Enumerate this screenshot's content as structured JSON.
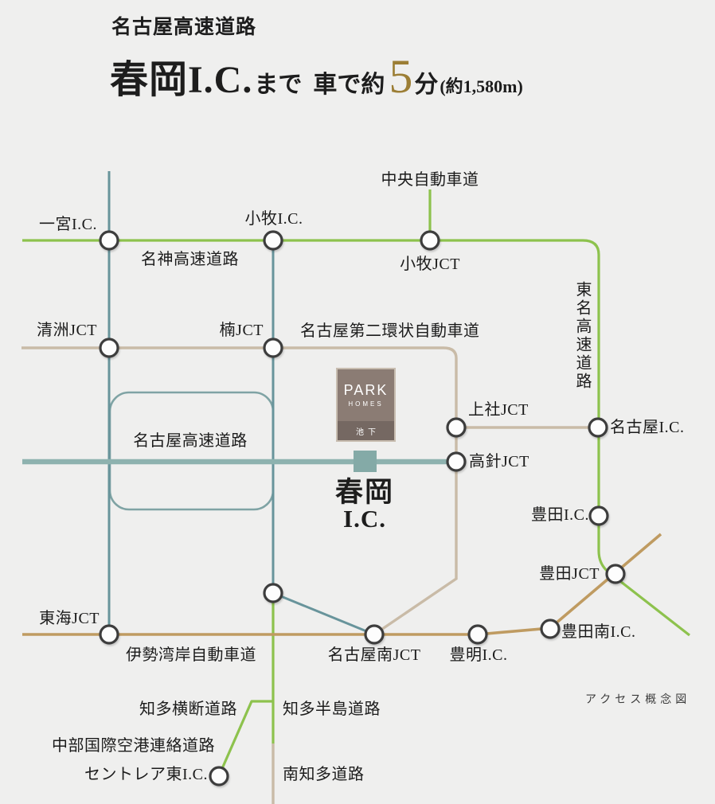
{
  "header": {
    "subtitle": "名古屋高速道路",
    "title_ic": "春岡I.C.",
    "title_made": "まで",
    "title_car": "車で約",
    "title_minutes": "5",
    "title_min_unit": "分",
    "title_distance": "(約1,580m)",
    "accent_color": "#9c7e35"
  },
  "map": {
    "note": "アクセス概念図",
    "haruoka": {
      "line1": "春岡",
      "line2": "I.C."
    },
    "logo": {
      "brand": "PARK",
      "sub": "HOMES",
      "location": "池下"
    },
    "labels": {
      "ichinomiya_ic": "一宮I.C.",
      "meishin_expwy": "名神高速道路",
      "komaki_ic": "小牧I.C.",
      "chuo_expwy": "中央自動車道",
      "komaki_jct": "小牧JCT",
      "kiyosu_jct": "清洲JCT",
      "kusunoki_jct": "楠JCT",
      "nagoya_daini_kanjo": "名古屋第二環状自動車道",
      "tomei_expwy": "東名高速道路",
      "kamiyashiro_jct": "上社JCT",
      "nagoya_ic": "名古屋I.C.",
      "takabari_jct": "高針JCT",
      "nagoya_kosoku": "名古屋高速道路",
      "toyota_ic": "豊田I.C.",
      "toyota_jct": "豊田JCT",
      "toyota_minami_ic": "豊田南I.C.",
      "toyoake_ic": "豊明I.C.",
      "nagoya_minami_jct": "名古屋南JCT",
      "tokai_jct": "東海JCT",
      "isewangan_expwy": "伊勢湾岸自動車道",
      "chita_odan": "知多横断道路",
      "chita_hanto": "知多半島道路",
      "chubu_airport": "中部国際空港連絡道路",
      "centrair_higashi_ic": "セントレア東I.C.",
      "minami_chita": "南知多道路"
    },
    "colors": {
      "green": "#8dc24d",
      "teal": "#68949b",
      "teal_thick": "#8eb2af",
      "teal_ring": "#7fa3a4",
      "teal_square": "#84aaa7",
      "beige": "#c9bba7",
      "tan": "#bf9b61",
      "node_stroke": "#3d3d3d",
      "logo_brown": "#8b7c74",
      "logo_dark": "#756862",
      "background": "#efefee"
    }
  }
}
